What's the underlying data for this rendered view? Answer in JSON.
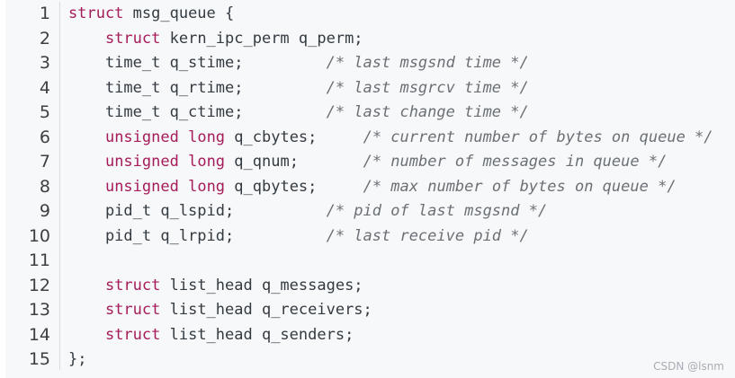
{
  "code": {
    "lines": [
      {
        "n": "1",
        "tokens": [
          {
            "t": "kw",
            "v": "struct"
          },
          {
            "t": "pl",
            "v": " msg_queue {"
          }
        ]
      },
      {
        "n": "2",
        "tokens": [
          {
            "t": "pl",
            "v": "    "
          },
          {
            "t": "kw",
            "v": "struct"
          },
          {
            "t": "pl",
            "v": " kern_ipc_perm q_perm;"
          }
        ]
      },
      {
        "n": "3",
        "tokens": [
          {
            "t": "pl",
            "v": "    time_t q_stime;         "
          },
          {
            "t": "cm",
            "v": "/* last msgsnd time */"
          }
        ]
      },
      {
        "n": "4",
        "tokens": [
          {
            "t": "pl",
            "v": "    time_t q_rtime;         "
          },
          {
            "t": "cm",
            "v": "/* last msgrcv time */"
          }
        ]
      },
      {
        "n": "5",
        "tokens": [
          {
            "t": "pl",
            "v": "    time_t q_ctime;         "
          },
          {
            "t": "cm",
            "v": "/* last change time */"
          }
        ]
      },
      {
        "n": "6",
        "tokens": [
          {
            "t": "pl",
            "v": "    "
          },
          {
            "t": "kw",
            "v": "unsigned"
          },
          {
            "t": "pl",
            "v": " "
          },
          {
            "t": "kw",
            "v": "long"
          },
          {
            "t": "pl",
            "v": " q_cbytes;     "
          },
          {
            "t": "cm",
            "v": "/* current number of bytes on queue */"
          }
        ]
      },
      {
        "n": "7",
        "tokens": [
          {
            "t": "pl",
            "v": "    "
          },
          {
            "t": "kw",
            "v": "unsigned"
          },
          {
            "t": "pl",
            "v": " "
          },
          {
            "t": "kw",
            "v": "long"
          },
          {
            "t": "pl",
            "v": " q_qnum;       "
          },
          {
            "t": "cm",
            "v": "/* number of messages in queue */"
          }
        ]
      },
      {
        "n": "8",
        "tokens": [
          {
            "t": "pl",
            "v": "    "
          },
          {
            "t": "kw",
            "v": "unsigned"
          },
          {
            "t": "pl",
            "v": " "
          },
          {
            "t": "kw",
            "v": "long"
          },
          {
            "t": "pl",
            "v": " q_qbytes;     "
          },
          {
            "t": "cm",
            "v": "/* max number of bytes on queue */"
          }
        ]
      },
      {
        "n": "9",
        "tokens": [
          {
            "t": "pl",
            "v": "    pid_t q_lspid;          "
          },
          {
            "t": "cm",
            "v": "/* pid of last msgsnd */"
          }
        ]
      },
      {
        "n": "10",
        "tokens": [
          {
            "t": "pl",
            "v": "    pid_t q_lrpid;          "
          },
          {
            "t": "cm",
            "v": "/* last receive pid */"
          }
        ]
      },
      {
        "n": "11",
        "tokens": []
      },
      {
        "n": "12",
        "tokens": [
          {
            "t": "pl",
            "v": "    "
          },
          {
            "t": "kw",
            "v": "struct"
          },
          {
            "t": "pl",
            "v": " list_head q_messages;"
          }
        ]
      },
      {
        "n": "13",
        "tokens": [
          {
            "t": "pl",
            "v": "    "
          },
          {
            "t": "kw",
            "v": "struct"
          },
          {
            "t": "pl",
            "v": " list_head q_receivers;"
          }
        ]
      },
      {
        "n": "14",
        "tokens": [
          {
            "t": "pl",
            "v": "    "
          },
          {
            "t": "kw",
            "v": "struct"
          },
          {
            "t": "pl",
            "v": " list_head q_senders;"
          }
        ]
      },
      {
        "n": "15",
        "tokens": [
          {
            "t": "pl",
            "v": "};"
          }
        ]
      }
    ]
  },
  "watermark": "CSDN @lsnm",
  "colors": {
    "background": "#f6f8fa",
    "keyword": "#a61b59",
    "comment": "#6b7075",
    "text": "#333a40"
  }
}
